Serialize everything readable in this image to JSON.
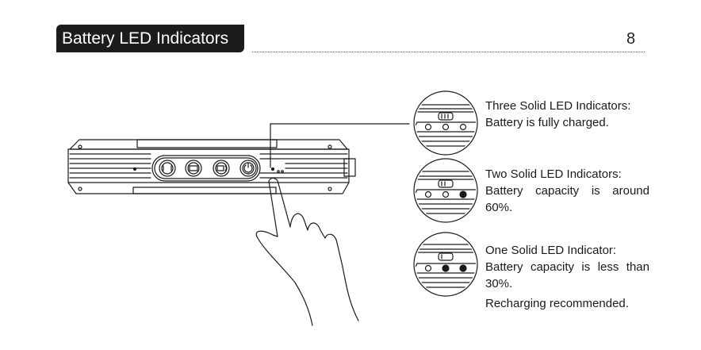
{
  "header": {
    "title": "Battery LED Indicators",
    "page_number": "8"
  },
  "indicators": [
    {
      "heading": "Three Solid LED Indicators:",
      "description": "Battery is fully charged.",
      "lit_count": 3
    },
    {
      "heading": "Two Solid LED Indicators:",
      "description": "Battery capacity is around 60%.",
      "lit_count": 2
    },
    {
      "heading": "One Solid LED Indicator:",
      "description": "Battery capacity is less than 30%.",
      "note": "Recharging recommended.",
      "lit_count": 1
    }
  ],
  "colors": {
    "badge_background": "#1c1c1c",
    "badge_text": "#ffffff",
    "line_art": "#1a1a1a"
  },
  "icons": [
    "device-illustration",
    "hand-pointer-icon",
    "led-closeup-icon",
    "battery-icon",
    "power-icon"
  ]
}
